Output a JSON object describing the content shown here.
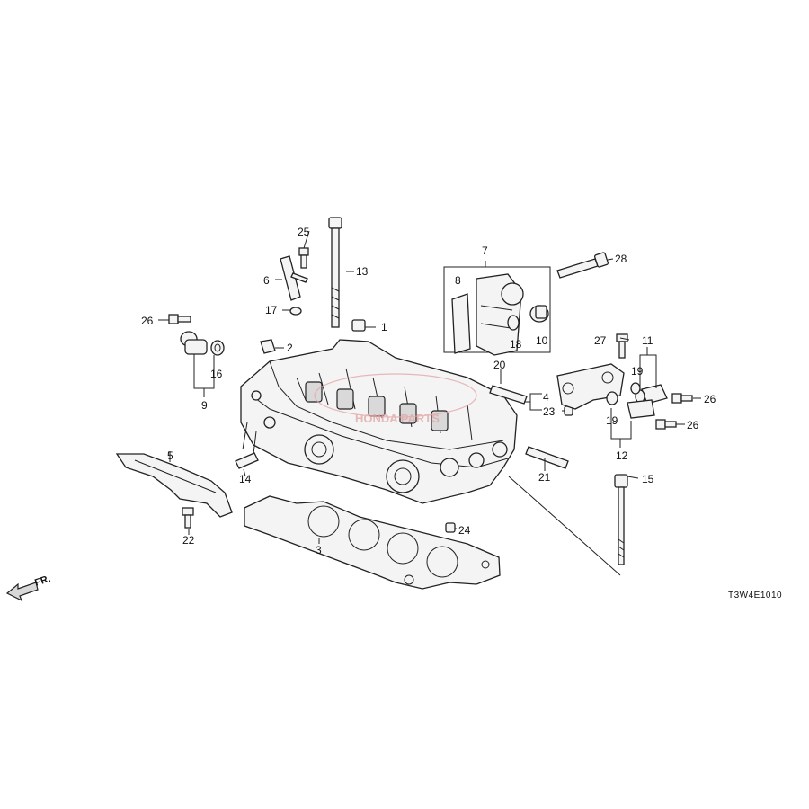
{
  "diagram_code": "T3W4E1010",
  "direction_label": "FR.",
  "callouts": {
    "c1": "1",
    "c2": "2",
    "c3": "3",
    "c4": "4",
    "c5": "5",
    "c6": "6",
    "c7": "7",
    "c8": "8",
    "c9": "9",
    "c10": "10",
    "c11": "11",
    "c12": "12",
    "c13": "13",
    "c14": "14",
    "c15": "15",
    "c16": "16",
    "c17": "17",
    "c18": "18",
    "c19a": "19",
    "c19b": "19",
    "c20": "20",
    "c21": "21",
    "c22": "22",
    "c23": "23",
    "c24": "24",
    "c25": "25",
    "c26a": "26",
    "c26b": "26",
    "c26c": "26",
    "c27": "27",
    "c28": "28"
  },
  "colors": {
    "line": "#222222",
    "watermark": "#e3a8a8"
  }
}
